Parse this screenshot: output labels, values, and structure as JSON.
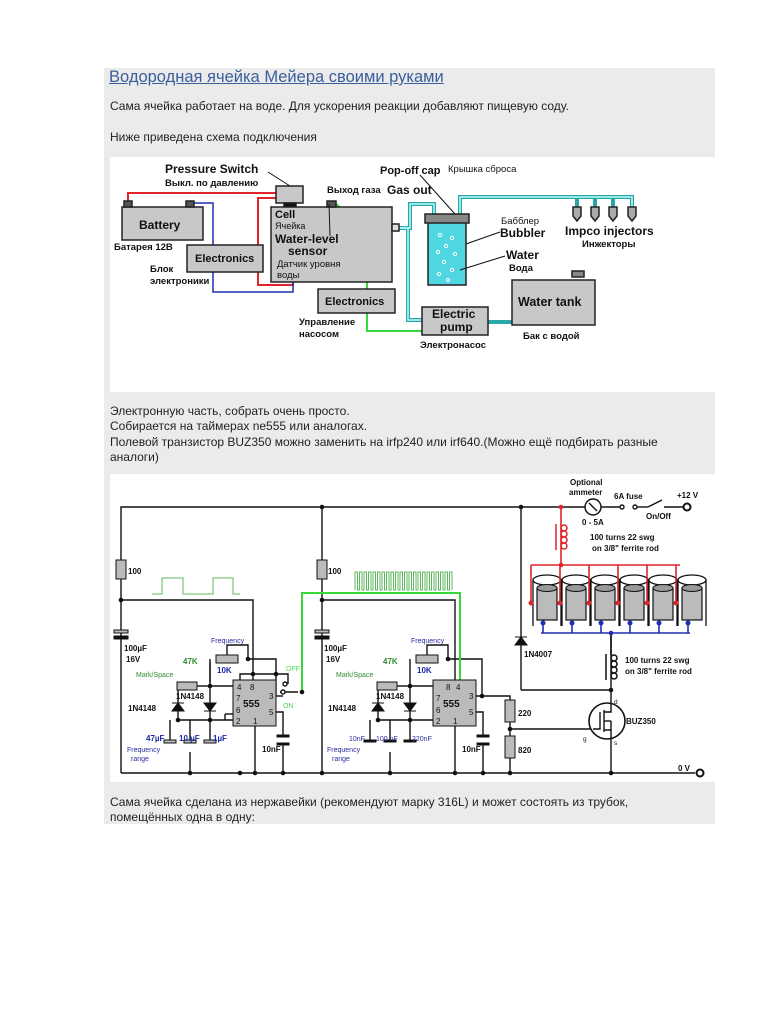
{
  "article": {
    "title": "Водородная ячейка Мейера своими руками",
    "para1": "Сама ячейка работает на воде. Для ускорения реакции добавляют пищевую соду.",
    "para2": "Ниже приведена схема подключения",
    "para3_lines": [
      "Электронную часть, собрать очень просто.",
      "Собирается на таймерах ne555 или аналогах.",
      "Полевой транзистор BUZ350 можно заменить на irfp240 или irf640.(Можно ещё подбирать разные",
      "аналоги)"
    ],
    "para4_lines": [
      "Сама ячейка сделана из нержавейки (рекомендуют марку 316L) и может состоять из трубок,",
      "помещённых одна в одну:"
    ]
  },
  "diagram1": {
    "pressure_switch": "Pressure Switch",
    "pressure_switch_ru": "Выкл. по давлению",
    "battery": "Battery",
    "battery_ru": "Батарея 12В",
    "electronics": "Electronics",
    "electronics_ru_1": "Блок",
    "electronics_ru_2": "электроники",
    "cell": "Cell",
    "cell_ru": "Ячейка",
    "water_level_1": "Water-level",
    "water_level_2": "sensor",
    "water_level_ru_1": "Датчик уровня",
    "water_level_ru_2": "воды",
    "gas_out_ru": "Выход газа",
    "gas_out": "Gas out",
    "electronics2": "Electronics",
    "pump_control_ru_1": "Управление",
    "pump_control_ru_2": "насосом",
    "popoff": "Pop-off cap",
    "popoff_ru": "Крышка сброса",
    "bubbler_ru": "Бабблер",
    "bubbler": "Bubbler",
    "water": "Water",
    "water_ru": "Вода",
    "injectors": "Impco injectors",
    "injectors_ru": "Инжекторы",
    "water_tank": "Water tank",
    "water_tank_ru": "Бак с водой",
    "pump_1": "Electric",
    "pump_2": "pump",
    "pump_ru": "Электронасос",
    "colors": {
      "box": "#c8c8c8",
      "water": "#4fd6e0",
      "pipe": "#2aa6a6",
      "red": "#e0242a",
      "blue": "#1e2fb0",
      "green": "#38d838"
    }
  },
  "diagram2": {
    "timer1": {
      "r": "100",
      "cap": "100µF",
      "cap_v": "16V",
      "freq": "Frequency",
      "pot_freq": "10K",
      "pot_ms": "47K",
      "mark_space": "Mark/Space",
      "diode_a": "1N4148",
      "diode_b": "1N4148",
      "ic": "555",
      "c1": "47µF",
      "c2": "10 µF",
      "c3": "1µF",
      "range_1": "Frequency",
      "range_2": "range",
      "c5": "10nF",
      "off": "OFF",
      "on": "ON",
      "pins": {
        "p4": "4",
        "p8": "8",
        "p7": "7",
        "p3": "3",
        "p6": "6",
        "p2": "2",
        "p5": "5",
        "p1": "1"
      }
    },
    "timer2": {
      "r": "100",
      "cap": "100µF",
      "cap_v": "16V",
      "freq": "Frequency",
      "pot_freq": "10K",
      "pot_ms": "47K",
      "mark_space": "Mark/Space",
      "diode_a": "1N4148",
      "diode_b": "1N4148",
      "ic": "555",
      "c1": "10nF",
      "c2": "100 nF",
      "c3": "220nF",
      "range_1": "Frequency",
      "range_2": "range",
      "c5": "10nF",
      "pins": {
        "p8": "8",
        "p4": "4",
        "p7": "7",
        "p3": "3",
        "p6": "6",
        "p2": "2",
        "p5": "5",
        "p1": "1"
      }
    },
    "ammeter_1": "Optional",
    "ammeter_2": "ammeter",
    "ammeter_range": "0 - 5A",
    "fuse": "6A fuse",
    "switch": "On/Off",
    "supply": "+12 V",
    "coil1_1": "100 turns 22 swg",
    "coil1_2": "on 3/8\" ferrite rod",
    "coil2_1": "100 turns 22 swg",
    "coil2_2": "on 3/8\" ferrite rod",
    "diode": "1N4007",
    "r_220": "220",
    "r_820": "820",
    "mosfet": "BUZ350",
    "d": "d",
    "g": "g",
    "s": "s",
    "ground": "0 V"
  }
}
